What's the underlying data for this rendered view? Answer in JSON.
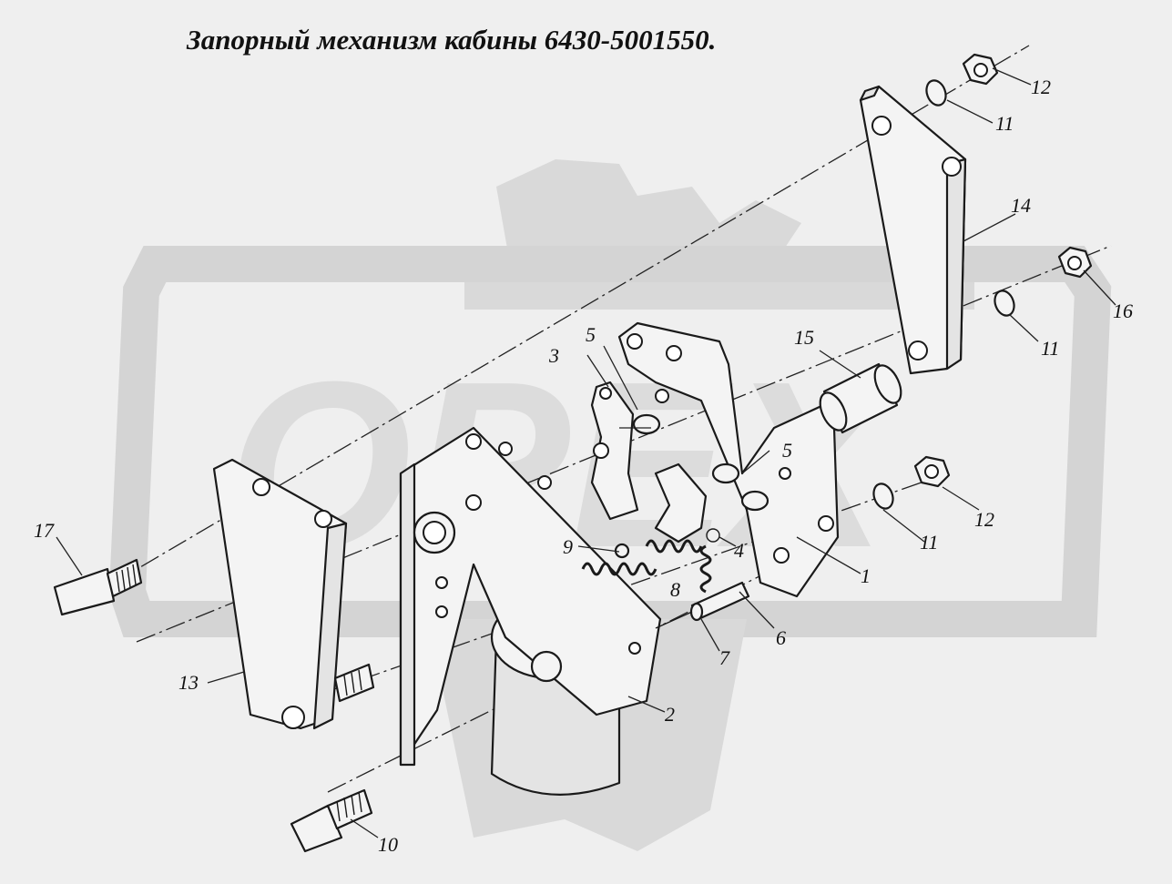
{
  "title": "Запорный механизм кабины 6430-5001550.",
  "watermark": {
    "text": "OPEX",
    "color": "#d8d8d8"
  },
  "callouts": [
    {
      "id": "c1",
      "label": "1",
      "part": "base-plate"
    },
    {
      "id": "c2",
      "label": "2",
      "part": "bracket"
    },
    {
      "id": "c3",
      "label": "3",
      "part": "lock-hook"
    },
    {
      "id": "c4",
      "label": "4",
      "part": "lever"
    },
    {
      "id": "c5a",
      "label": "5",
      "part": "bushing"
    },
    {
      "id": "c5b",
      "label": "5",
      "part": "bushing"
    },
    {
      "id": "c6",
      "label": "6",
      "part": "spring"
    },
    {
      "id": "c7",
      "label": "7",
      "part": "pin"
    },
    {
      "id": "c8",
      "label": "8",
      "part": "spring"
    },
    {
      "id": "c9",
      "label": "9",
      "part": "washer"
    },
    {
      "id": "c10",
      "label": "10",
      "part": "bolt"
    },
    {
      "id": "c11a",
      "label": "11",
      "part": "spring-washer"
    },
    {
      "id": "c11b",
      "label": "11",
      "part": "spring-washer"
    },
    {
      "id": "c11c",
      "label": "11",
      "part": "spring-washer"
    },
    {
      "id": "c12a",
      "label": "12",
      "part": "nut"
    },
    {
      "id": "c12b",
      "label": "12",
      "part": "nut"
    },
    {
      "id": "c13",
      "label": "13",
      "part": "left-bracket"
    },
    {
      "id": "c14",
      "label": "14",
      "part": "right-bracket"
    },
    {
      "id": "c15",
      "label": "15",
      "part": "sleeve"
    },
    {
      "id": "c16",
      "label": "16",
      "part": "nut"
    },
    {
      "id": "c17",
      "label": "17",
      "part": "bolt"
    }
  ]
}
